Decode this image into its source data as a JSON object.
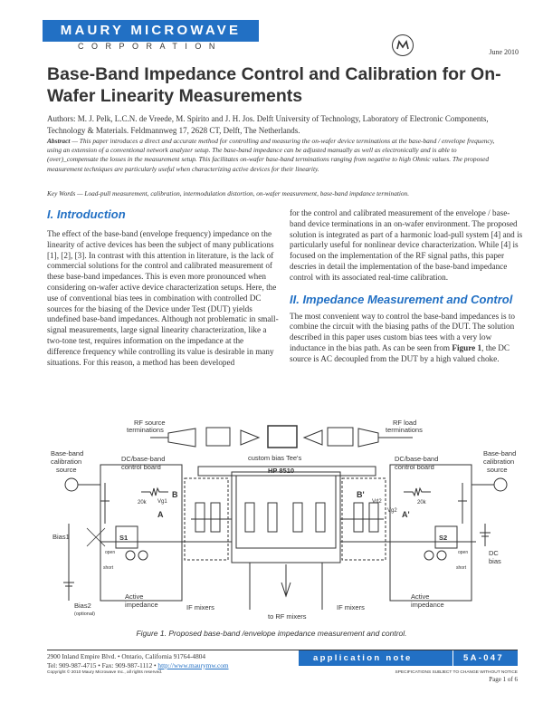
{
  "header": {
    "logo_top": "MAURY MICROWAVE",
    "logo_bottom": "CORPORATION",
    "date": "June 2010"
  },
  "title": "Base-Band Impedance Control and Calibration for On-Wafer Linearity Measurements",
  "authors": "Authors:  M. J. Pelk, L.C.N. de Vreede, M. Spirito and J. H. Jos. Delft University of Technology, Laboratory of Electronic Components, Technology & Materials.  Feldmannweg 17, 2628 CT, Delft, The Netherlands.",
  "abstract": {
    "label": "Abstract",
    "text": "— This paper introduces a direct and accurate method for controlling and measuring the on-wafer device terminations at the base-band / envelope frequency, using an extension of a conventional network analyzer setup. The base-band impedance can be adjusted manually as well as electronically and is able to (over)_compensate the losses in the measurement setup. This facilitates on-wafer base-band terminations ranging from negative to high Ohmic values. The proposed measurement techniques are particularly useful when characterizing active devices for their linearity."
  },
  "keywords": "Key Words — Load-pull measurement, calibration, intermodulation distortion, on-wafer measurement, base-band impdance termination.",
  "section1": {
    "heading": "I. Introduction",
    "body": "The effect of the base-band (envelope frequency) impedance on the linearity of active devices has been the subject of many publications [1], [2], [3]. In contrast with this attention in literature, is the lack of commercial solutions for the control and calibrated measurement of these base-band impedances. This is even more pronounced when considering on-wafer active device characterization setups. Here, the use of conventional bias tees in combination with controlled DC sources for the biasing of the Device under Test (DUT) yields undefined base-band impedances. Although not problematic in small-signal measurements, large signal linearity characterization, like a two-tone test, requires information on the impedance at the difference frequency while controlling its value is desirable in many situations. For this reason, a method has been developed"
  },
  "right_column": {
    "continuation": "for the control and calibrated measurement of the envelope / base-band device terminations in an on-wafer environment. The proposed solution is integrated as part of a harmonic load-pull system [4] and is particularly useful for nonlinear device characterization. While [4] is focused on the implementation of the RF signal paths, this paper descries in detail the implementation of the base-band impedance control with its associated real-time calibration.",
    "heading": "II. Impedance Measurement and Control",
    "body_before": "The most convenient way to control the base-band impedances is to combine the circuit with the biasing paths of the DUT. The solution described in this paper uses custom bias tees with a very low inductance in the bias path. As can be seen from ",
    "figure_ref": "Figure 1",
    "body_after": ", the DC source is AC decoupled from the DUT by a high valued choke."
  },
  "figure": {
    "caption": "Figure 1. Proposed base-band /envelope impedance measurement and control.",
    "labels": {
      "rf_source": "RF source",
      "rf_source_term": "terminations",
      "rf_load": "RF load",
      "rf_load_term": "terminations",
      "bb_cal_left_1": "Base-band",
      "bb_cal_left_2": "calibration",
      "bb_cal_left_3": "source",
      "bb_cal_right_1": "Base-band",
      "bb_cal_right_2": "calibration",
      "bb_cal_right_3": "source",
      "ctrl_left_1": "DC/base-band",
      "ctrl_left_2": "control board",
      "ctrl_right_1": "DC/base-band",
      "ctrl_right_2": "control board",
      "custom_bias_tees": "custom bias Tee's",
      "hp8510": "HP 8510",
      "bias1": "Bias1",
      "bias2": "Bias2",
      "bias2_sub": "(optional)",
      "dc_bias_1": "DC",
      "dc_bias_2": "bias",
      "active_imp_left_1": "Active",
      "active_imp_left_2": "impedance",
      "active_imp_right_1": "Active",
      "active_imp_right_2": "impedance",
      "if_mixers_left": "IF mixers",
      "if_mixers_right": "IF mixers",
      "to_rf_mixers": "to RF mixers",
      "s1": "S1",
      "s2": "S2",
      "node_a": "A",
      "node_a_prime": "A'",
      "node_b": "B",
      "node_b_prime": "B'",
      "r20k_left": "20k",
      "r20k_right": "20k",
      "vg1": "Vg1",
      "vd2": "Vd2",
      "vg2": "Vg2",
      "open_left": "open",
      "open_right": "open",
      "short_left": "short",
      "short_right": "short"
    }
  },
  "footer": {
    "address_line1": "2900 Inland Empire Blvd.  •  Ontario, California  91764-4804",
    "address_line2_prefix": "Tel: 909-987-4715 • Fax: 909-987-1112 •  ",
    "website": "http://www.maurymw.com",
    "copyright": "Copyright © 2010 Maury Microwave Inc., all rights reserved.",
    "app_note": "application note",
    "app_note_number": "5A-047",
    "spec_notice": "SPECIFICATIONS SUBJECT TO CHANGE WITHOUT NOTICE",
    "page": "Page 1 of 6"
  },
  "colors": {
    "brand_blue": "#2270c4",
    "text": "#333333"
  }
}
